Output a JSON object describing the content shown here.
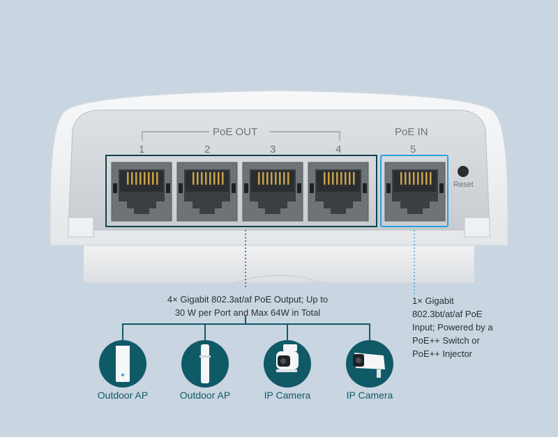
{
  "header": {
    "poe_out_label": "PoE OUT",
    "poe_in_label": "PoE IN",
    "reset_label": "Reset"
  },
  "ports": [
    {
      "number": "1",
      "group": "out"
    },
    {
      "number": "2",
      "group": "out"
    },
    {
      "number": "3",
      "group": "out"
    },
    {
      "number": "4",
      "group": "out"
    },
    {
      "number": "5",
      "group": "in"
    }
  ],
  "annotations": {
    "poe_out_line1": "4× Gigabit 802.3at/af PoE Output; Up to",
    "poe_out_line2": "30 W per Port and Max 64W in Total",
    "poe_in_lines": [
      "1× Gigabit",
      "802.3bt/at/af PoE",
      "Input; Powered by a",
      "PoE++ Switch or",
      "PoE++ Injector"
    ]
  },
  "devices": [
    {
      "label": "Outdoor AP",
      "icon": "outdoor-ap-icon"
    },
    {
      "label": "Outdoor AP",
      "icon": "outdoor-ap-slim-icon"
    },
    {
      "label": "IP Camera",
      "icon": "ptz-camera-icon"
    },
    {
      "label": "IP Camera",
      "icon": "bullet-camera-icon"
    }
  ],
  "colors": {
    "background": "#c9d5e1",
    "accent_teal": "#0f5a66",
    "poe_in_highlight": "#2a9ee0",
    "poe_out_highlight": "#13404a"
  }
}
